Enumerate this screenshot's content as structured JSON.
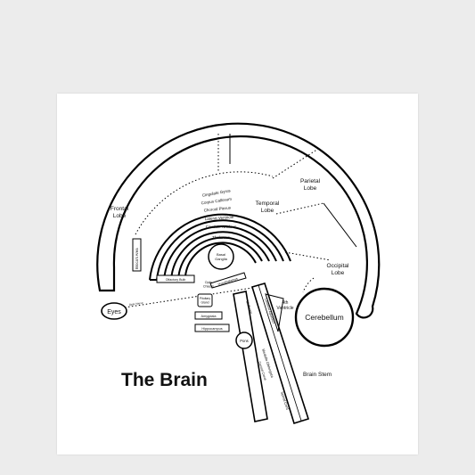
{
  "title": "The Brain",
  "labels": {
    "frontal_lobe": [
      "Frontal",
      "Lobe"
    ],
    "parietal_lobe": [
      "Parietal",
      "Lobe"
    ],
    "temporal_lobe": [
      "Temporal",
      "Lobe"
    ],
    "occipital_lobe": [
      "Occipital",
      "Lobe"
    ],
    "cerebellum": "Cerebellum",
    "brain_stem": "Brain Stem",
    "eyes": "Eyes",
    "brocas_area": "Broca's Area",
    "olfactory_bulb": "Olfactory Bulb",
    "cingulate_gyrus": "Cingulate Gyrus",
    "corpus_callosum": "Corpus Callosum",
    "choroid_plexus": "Choroid Plexus",
    "lateral_ventricle": "Lateral Ventricle",
    "caudate_nucleus": "Caudate Nucleus",
    "thalamus": "Thalamus",
    "basal_ganglia": [
      "Basal",
      "Ganglia"
    ],
    "optic_chiasm": [
      "Optic",
      "Chiasm"
    ],
    "hypothalamus": "Hypothalamus",
    "pituitary_gland": [
      "Pituitary",
      "Gland"
    ],
    "amygdala": "Amygdala",
    "hippocampus": "Hippocampus",
    "fourth_ventricle": [
      "4th",
      "Ventricle"
    ],
    "midbrain": "Midbrain",
    "cerebral_aqueduct": "Cerebral Aqueduct",
    "pons": "Pons",
    "medulla_oblongata": "Medulla Oblongata",
    "spinal_cord": "Spinal Cord",
    "central_canal": "Central Canal",
    "optic_nerve": "Optic Nerve"
  }
}
